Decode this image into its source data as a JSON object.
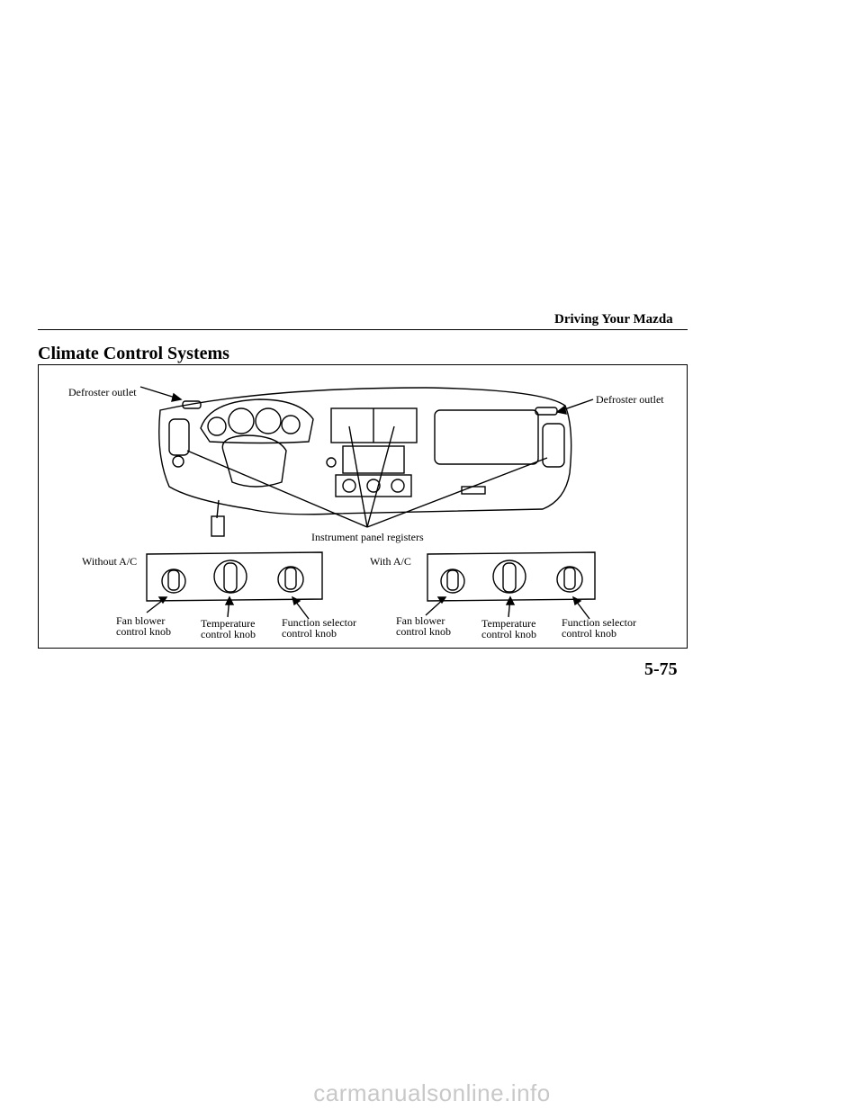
{
  "header": {
    "section": "Driving Your Mazda"
  },
  "title": "Climate Control Systems",
  "figure": {
    "labels": {
      "defroster_left": "Defroster outlet",
      "defroster_right": "Defroster outlet",
      "registers": "Instrument panel registers",
      "without_ac": "Without A/C",
      "with_ac": "With A/C",
      "fan_1": "Fan blower",
      "fan_2": "control knob",
      "temp_1": "Temperature",
      "temp_2": "control knob",
      "func_1": "Function selector",
      "func_2": "control knob"
    }
  },
  "page_number": "5-75",
  "watermark": "carmanualsonline.info"
}
